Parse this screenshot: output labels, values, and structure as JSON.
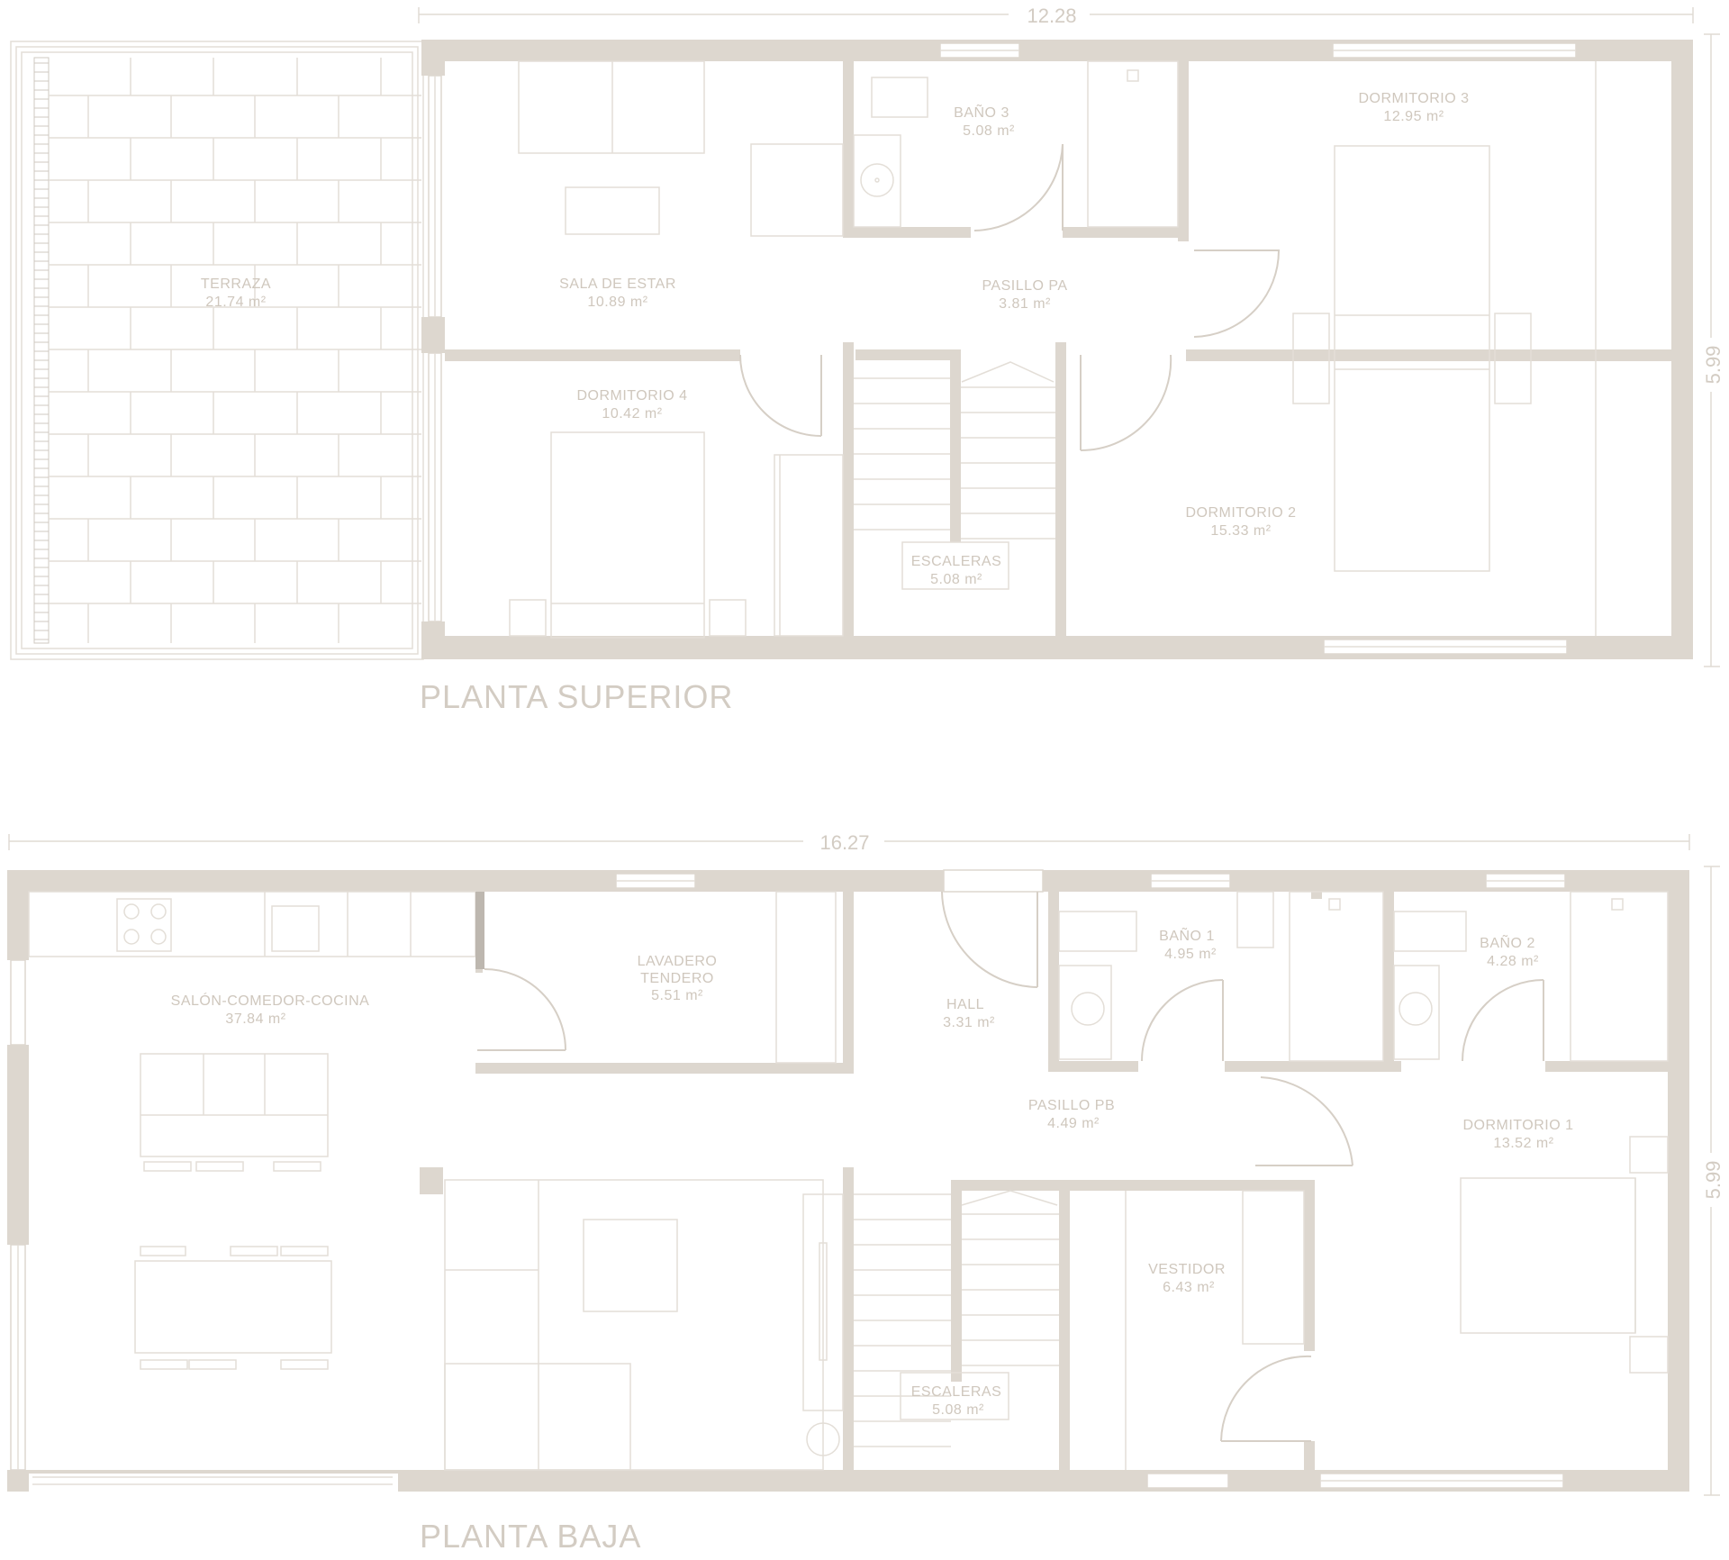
{
  "plans": {
    "upper": {
      "title": "PLANTA SUPERIOR",
      "dim_width": "12.28",
      "dim_height": "5.99",
      "rooms": [
        {
          "id": "terraza",
          "name": "TERRAZA",
          "area": "21.74 m²"
        },
        {
          "id": "sala-de-estar",
          "name": "SALA DE ESTAR",
          "area": "10.89 m²"
        },
        {
          "id": "bano-3",
          "name": "BAÑO 3",
          "area": "5.08 m²"
        },
        {
          "id": "pasillo-pa",
          "name": "PASILLO PA",
          "area": "3.81 m²"
        },
        {
          "id": "dormitorio-3",
          "name": "DORMITORIO 3",
          "area": "12.95 m²"
        },
        {
          "id": "dormitorio-4",
          "name": "DORMITORIO 4",
          "area": "10.42 m²"
        },
        {
          "id": "escaleras-pa",
          "name": "ESCALERAS",
          "area": "5.08 m²"
        },
        {
          "id": "dormitorio-2",
          "name": "DORMITORIO 2",
          "area": "15.33  m²"
        }
      ]
    },
    "lower": {
      "title": "PLANTA BAJA",
      "dim_width": "16.27",
      "dim_height": "5.99",
      "rooms": [
        {
          "id": "salon-comedor-cocina",
          "name": "SALÓN-COMEDOR-COCINA",
          "area": "37.84  m²"
        },
        {
          "id": "lavadero",
          "name": "LAVADERO",
          "name2": "TENDERO",
          "area": "5.51  m²"
        },
        {
          "id": "hall",
          "name": "HALL",
          "area": "3.31 m²"
        },
        {
          "id": "bano-1",
          "name": "BAÑO 1",
          "area": "4.95 m²"
        },
        {
          "id": "bano-2",
          "name": "BAÑO 2",
          "area": "4.28 m²"
        },
        {
          "id": "pasillo-pb",
          "name": "PASILLO PB",
          "area": "4.49  m²"
        },
        {
          "id": "dormitorio-1",
          "name": "DORMITORIO 1",
          "area": "13.52  m²"
        },
        {
          "id": "vestidor",
          "name": "VESTIDOR",
          "area": "6.43 m²"
        },
        {
          "id": "escaleras-pb",
          "name": "ESCALERAS",
          "area": "5.08  m²"
        }
      ]
    }
  }
}
